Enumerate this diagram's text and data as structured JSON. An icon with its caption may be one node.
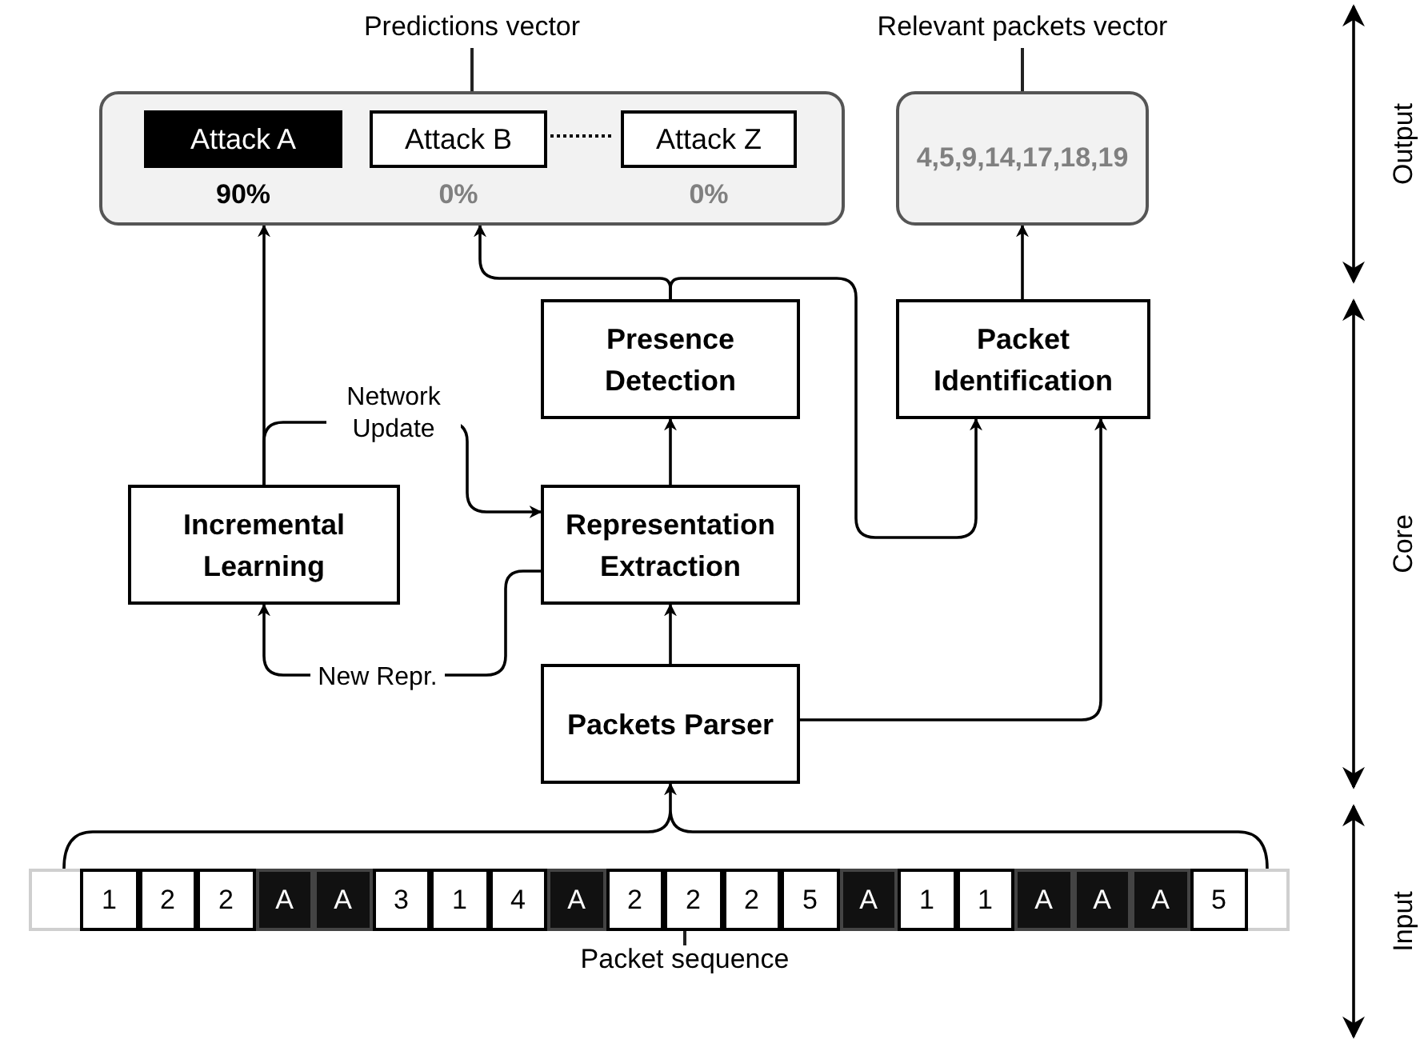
{
  "diagram": {
    "nodes": [
      {
        "text": [
          "Predictions vector"
        ]
      },
      {
        "text": [
          "Attack A"
        ],
        "in": 0,
        "beside": [
          "90%"
        ]
      },
      {
        "text": [
          "Attack B"
        ],
        "in": 0,
        "beside": [
          "0%"
        ]
      },
      {
        "text": [
          "Attack Z"
        ],
        "in": 0,
        "beside": [
          "0%"
        ]
      },
      {
        "text": [
          "Relevant packets vector",
          "4,5,9,14,17,18,19"
        ]
      },
      {
        "text": [
          "Presence Detection"
        ]
      },
      {
        "text": [
          "Packet Identification"
        ]
      },
      {
        "text": [
          "Incremental Learning"
        ]
      },
      {
        "text": [
          "Representation Extraction"
        ]
      },
      {
        "text": [
          "Packets Parser"
        ]
      },
      {
        "text": [
          "Packet sequence"
        ]
      },
      {
        "text": [
          "1"
        ],
        "in": 10
      },
      {
        "text": [
          "2"
        ],
        "in": 10
      },
      {
        "text": [
          "2"
        ],
        "in": 10
      },
      {
        "text": [
          "A"
        ],
        "in": 10
      },
      {
        "text": [
          "A"
        ],
        "in": 10
      },
      {
        "text": [
          "3"
        ],
        "in": 10
      },
      {
        "text": [
          "1"
        ],
        "in": 10
      },
      {
        "text": [
          "4"
        ],
        "in": 10
      },
      {
        "text": [
          "A"
        ],
        "in": 10
      },
      {
        "text": [
          "2"
        ],
        "in": 10
      },
      {
        "text": [
          "2"
        ],
        "in": 10
      },
      {
        "text": [
          "2"
        ],
        "in": 10
      },
      {
        "text": [
          "5"
        ],
        "in": 10
      },
      {
        "text": [
          "A"
        ],
        "in": 10
      },
      {
        "text": [
          "1"
        ],
        "in": 10
      },
      {
        "text": [
          "1"
        ],
        "in": 10
      },
      {
        "text": [
          "A"
        ],
        "in": 10
      },
      {
        "text": [
          "A"
        ],
        "in": 10
      },
      {
        "text": [
          "A"
        ],
        "in": 10
      },
      {
        "text": [
          "5"
        ],
        "in": 10
      }
    ],
    "edges": [
      {
        "from": 7,
        "to": 0,
        "arrow": "to"
      },
      {
        "from": 5,
        "to": 0,
        "arrow": "to"
      },
      {
        "from": 5,
        "to": 6,
        "arrow": "to"
      },
      {
        "from": 6,
        "to": 4,
        "arrow": "to"
      },
      {
        "from": 7,
        "to": 8,
        "arrow": "to",
        "label": "Network Update"
      },
      {
        "from": 8,
        "to": 7,
        "arrow": "to",
        "label": "New Repr."
      },
      {
        "from": 8,
        "to": 5,
        "arrow": "to"
      },
      {
        "from": 9,
        "to": 8,
        "arrow": "to"
      },
      {
        "from": 9,
        "to": 6,
        "arrow": "to"
      },
      {
        "from": 10,
        "to": 9,
        "arrow": "to"
      }
    ],
    "labels": [
      "Output",
      "Core",
      "Input"
    ]
  }
}
